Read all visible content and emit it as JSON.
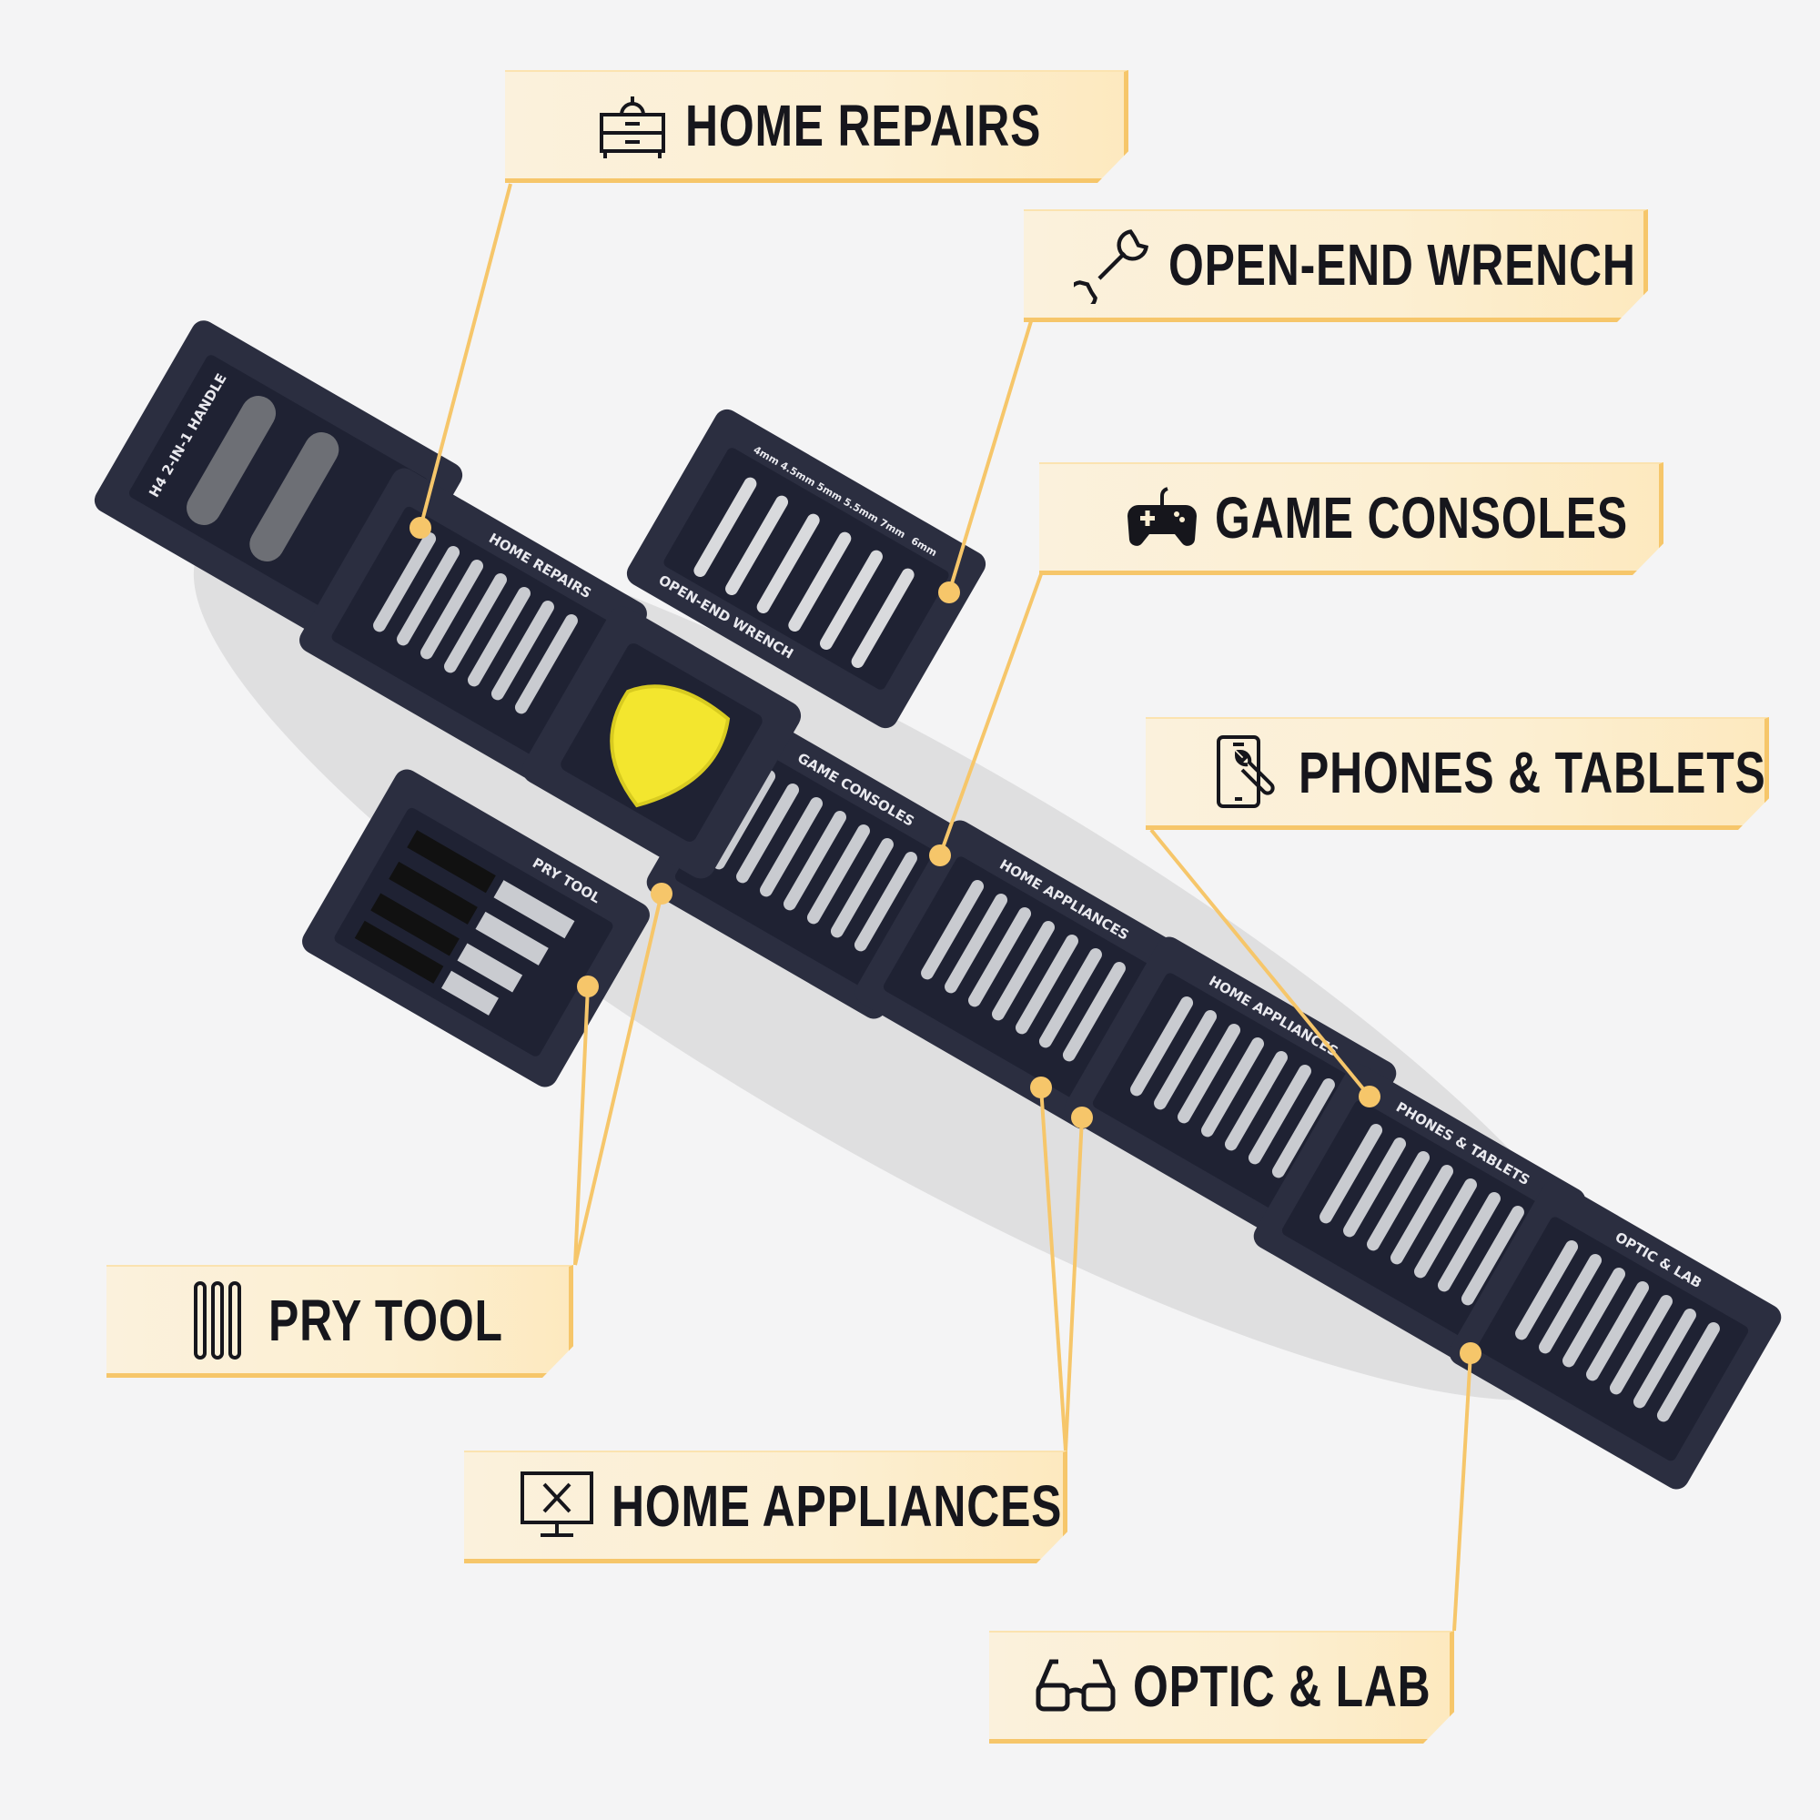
{
  "callouts": [
    {
      "id": "home-repairs",
      "label": "HOME REPAIRS",
      "icon": "toolbox-drawer-icon"
    },
    {
      "id": "open-end-wrench",
      "label": "OPEN-END WRENCH",
      "icon": "wrench-icon"
    },
    {
      "id": "game-consoles",
      "label": "GAME CONSOLES",
      "icon": "gamepad-icon"
    },
    {
      "id": "phones-tablets",
      "label": "PHONES & TABLETS",
      "icon": "phone-repair-icon"
    },
    {
      "id": "pry-tool",
      "label": "PRY TOOL",
      "icon": "pry-tools-icon"
    },
    {
      "id": "home-appliances",
      "label": "HOME APPLIANCES",
      "icon": "monitor-tools-icon"
    },
    {
      "id": "optic-lab",
      "label": "OPTIC & LAB",
      "icon": "glasses-icon"
    }
  ],
  "trays": {
    "handle": "H4 2-IN-1 HANDLE",
    "home_repairs": "HOME REPAIRS",
    "wrench": "OPEN-END WRENCH",
    "wrench_sizes": [
      "4mm",
      "4.5mm",
      "5mm",
      "5.5mm",
      "7mm",
      "6mm"
    ],
    "pry": "PRY TOOL",
    "game_consoles": "GAME CONSOLES",
    "home_appliances_1": "HOME APPLIANCES",
    "home_appliances_2": "HOME APPLIANCES",
    "phones_tablets": "PHONES & TABLETS",
    "optic_lab": "OPTIC & LAB"
  },
  "colors": {
    "accent": "#f6c66a",
    "tray": "#2b2e40",
    "pick": "#f3e62e"
  }
}
